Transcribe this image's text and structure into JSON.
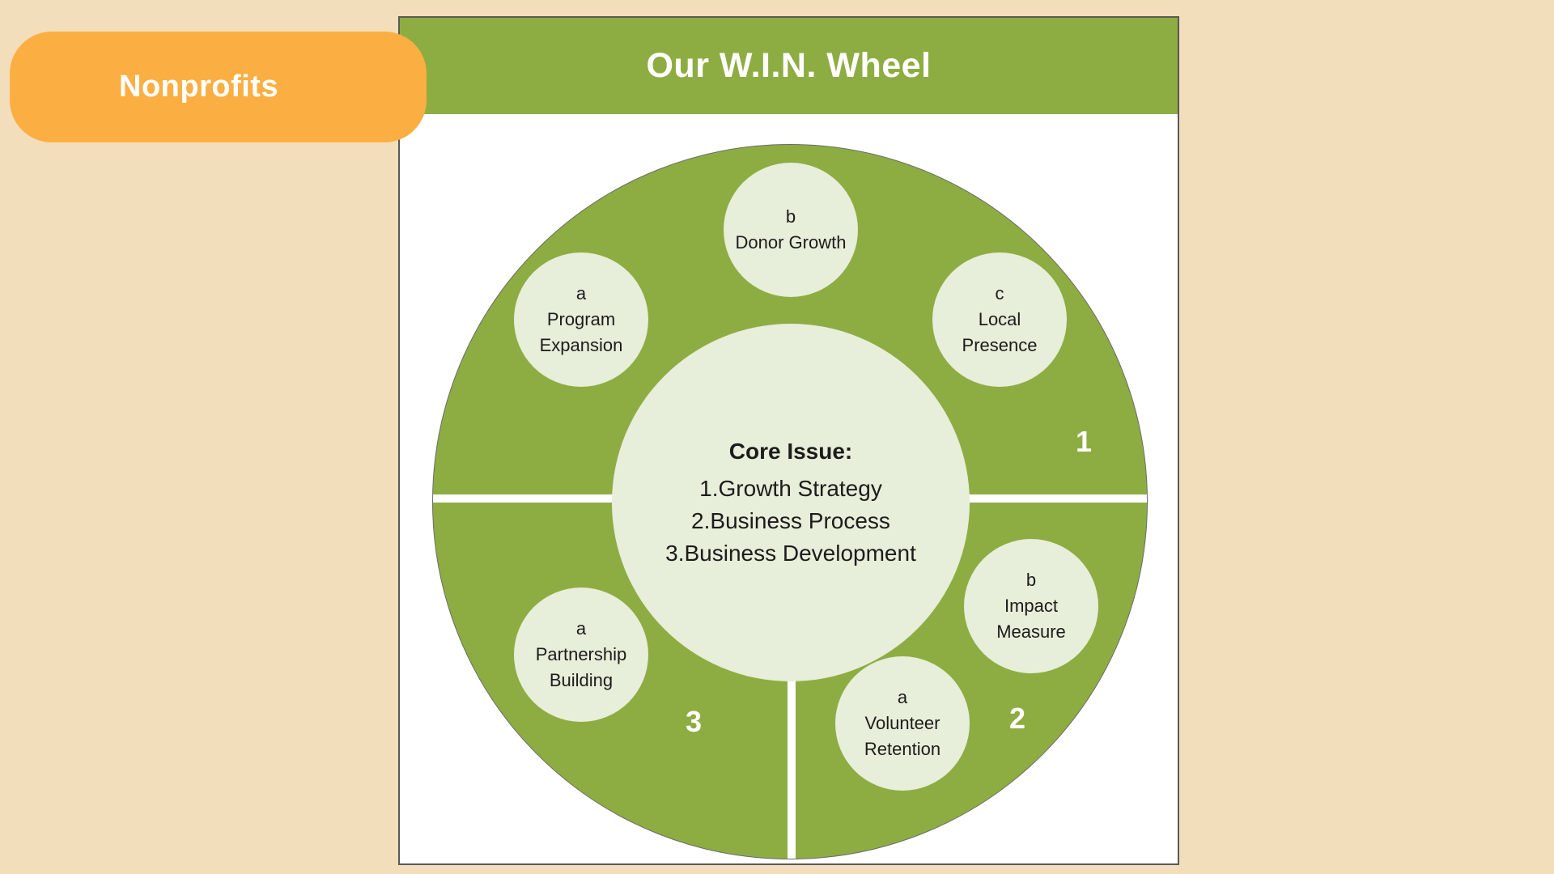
{
  "colors": {
    "background": "#f2debb",
    "accent_orange": "#fbaf42",
    "accent_green": "#8dad43",
    "light_green": "#e7eed9",
    "panel_border": "#595959",
    "title_text": "#ffffff",
    "body_text": "#1c1c1c"
  },
  "badge": {
    "label": "Nonprofits"
  },
  "header": {
    "title": "Our W.I.N. Wheel"
  },
  "wheel": {
    "core": {
      "heading": "Core Issue:",
      "items": [
        "1.Growth Strategy",
        "2.Business Process",
        "3.Business Development"
      ]
    },
    "section_numbers": [
      "1",
      "2",
      "3"
    ],
    "satellites": [
      {
        "letter": "b",
        "label": "Donor Growth"
      },
      {
        "letter": "a",
        "label": "Program Expansion"
      },
      {
        "letter": "c",
        "label": "Local Presence"
      },
      {
        "letter": "b",
        "label": "Impact Measure"
      },
      {
        "letter": "a",
        "label": "Volunteer Retention"
      },
      {
        "letter": "a",
        "label": "Partnership Building"
      }
    ]
  }
}
